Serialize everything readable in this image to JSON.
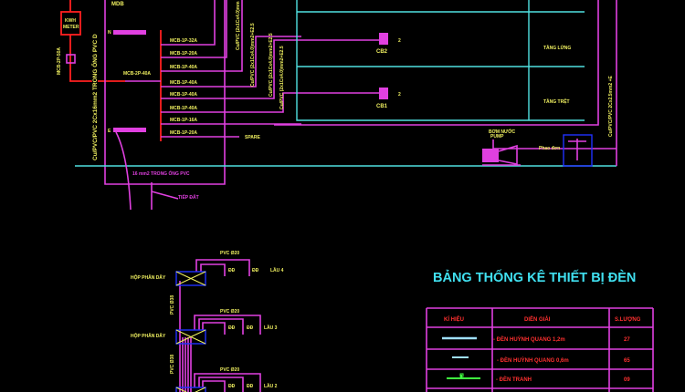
{
  "mdb": {
    "title": "MDB",
    "meter": [
      "KWH",
      "METER"
    ],
    "main_breaker": "MCB-2P-50A",
    "incomer": "MCB-2P-40A",
    "neutral": "N",
    "earth": "E",
    "supply_cable": "Cu/PVC/PVC 2Cx16mm2 TRONG ỐNG PVC D",
    "breakers": [
      "MCB-1P-32A",
      "MCB-1P-20A",
      "MCB-1P-40A",
      "MCB-1P-40A",
      "MCB-1P-40A",
      "MCB-1P-40A",
      "MCB-1P-16A",
      "MCB-1P-20A"
    ],
    "spare": "SPARE",
    "earth_cable": "16 mm2 TRONG ỐNG PVC",
    "grounding": "TIẾP ĐẤT",
    "cables": [
      "Cu/PVC (2x1Cx4.0)mm",
      "Cu/PVC (2x1Cx4.0)mm2+E2.5",
      "Cu/PVC (2x1Cx4.0)mm2+E2.5",
      "Cu/PVC (2x1Cx4.0)mm2+E2.5"
    ]
  },
  "riser": {
    "cb2": "CB2",
    "cb1": "CB1",
    "count": "2",
    "floor_mezz": "TẦNG LỬNG",
    "floor_ground": "TẦNG TRỆT",
    "pump": [
      "BƠM NƯỚC",
      "PUMP"
    ],
    "float": "Phao đơn",
    "pump_cable": "Cu/PVC/PVC 2Cx2.5mm2 +E"
  },
  "distribution": {
    "box": "HỘP PHÂN DÂY",
    "conduit_h": "PVC Ø20",
    "conduit_v": "PVC Ø38",
    "outlet": "ĐĐ",
    "floors": [
      "LẦU 4",
      "LẦU 3",
      "LẦU 2"
    ]
  },
  "table": {
    "title": "BẢNG THỐNG KÊ THIẾT BỊ ĐÈN",
    "headers": [
      "KÍ HIỆU",
      "DIỄN GIẢI",
      "S.LƯỢNG"
    ],
    "rows": [
      {
        "desc": "- ĐÈN HUỲNH QUANG 1,2m",
        "qty": "27"
      },
      {
        "desc": "- ĐÈN HUỲNH QUANG 0,6m",
        "qty": "65"
      },
      {
        "desc": "- ĐÈN TRANH",
        "qty": "09"
      }
    ]
  },
  "colors": {
    "background": "#000000",
    "wire": "#e040e0",
    "grid": "#50e0e0",
    "live": "#ff2020",
    "text": "#f0f060",
    "title": "#40e0f0"
  }
}
